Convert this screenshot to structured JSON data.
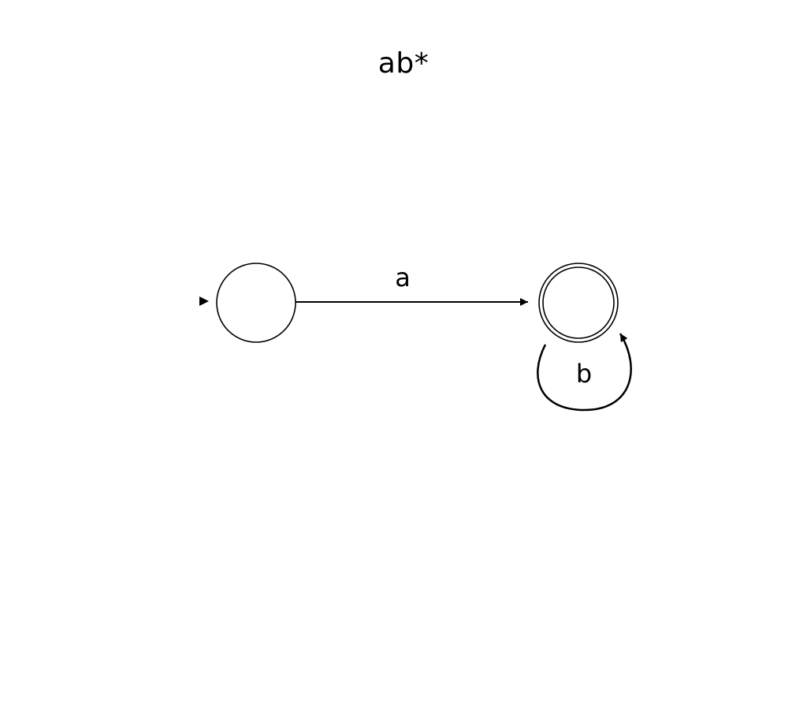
{
  "diagram": {
    "title": "ab*",
    "states": [
      {
        "id": "q0",
        "start": true,
        "accepting": false
      },
      {
        "id": "q1",
        "start": false,
        "accepting": true
      }
    ],
    "transitions": [
      {
        "from": "q0",
        "to": "q1",
        "label": "a"
      },
      {
        "from": "q1",
        "to": "q1",
        "label": "b"
      }
    ],
    "colors": {
      "stroke": "#000000",
      "background": "#ffffff"
    }
  }
}
